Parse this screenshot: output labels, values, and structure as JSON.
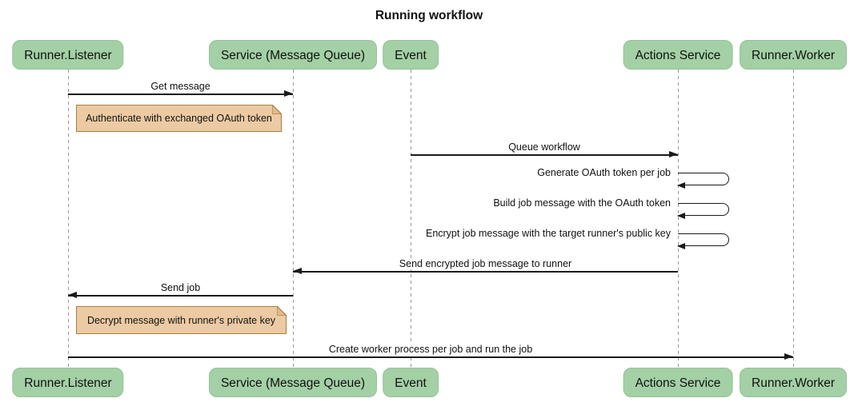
{
  "diagram_type": "sequence",
  "title": "Running workflow",
  "participants": [
    {
      "id": "runner-listener",
      "label": "Runner.Listener"
    },
    {
      "id": "service-message-queue",
      "label": "Service (Message Queue)"
    },
    {
      "id": "event",
      "label": "Event"
    },
    {
      "id": "actions-service",
      "label": "Actions Service"
    },
    {
      "id": "runner-worker",
      "label": "Runner.Worker"
    }
  ],
  "messages": [
    {
      "from": "Runner.Listener",
      "to": "Service (Message Queue)",
      "kind": "solid-arrow",
      "label": "Get message"
    },
    {
      "from": "Event",
      "to": "Actions Service",
      "kind": "solid-arrow",
      "label": "Queue workflow"
    },
    {
      "from": "Actions Service",
      "to": "Actions Service",
      "kind": "self",
      "label": "Generate OAuth token per job"
    },
    {
      "from": "Actions Service",
      "to": "Actions Service",
      "kind": "self",
      "label": "Build job message with the OAuth token"
    },
    {
      "from": "Actions Service",
      "to": "Actions Service",
      "kind": "self",
      "label": "Encrypt job message with the target runner's public key"
    },
    {
      "from": "Actions Service",
      "to": "Service (Message Queue)",
      "kind": "solid-arrow",
      "label": "Send encrypted job message to runner"
    },
    {
      "from": "Service (Message Queue)",
      "to": "Runner.Listener",
      "kind": "solid-arrow",
      "label": "Send job"
    },
    {
      "from": "Runner.Listener",
      "to": "Runner.Worker",
      "kind": "solid-arrow",
      "label": "Create worker process per job and run the job"
    }
  ],
  "notes": [
    {
      "over": "Runner.Listener",
      "label": "Authenticate with exchanged OAuth token"
    },
    {
      "over": "Runner.Listener",
      "label": "Decrypt message with runner's private key"
    }
  ],
  "colors": {
    "background": "#ffffff",
    "participant_fill": "#a3d0a5",
    "participant_border": "#96c298",
    "note_fill": "#eccaa3",
    "note_border": "#a8813e",
    "message_line": "#1a1a1a",
    "lifeline": "#999999"
  }
}
